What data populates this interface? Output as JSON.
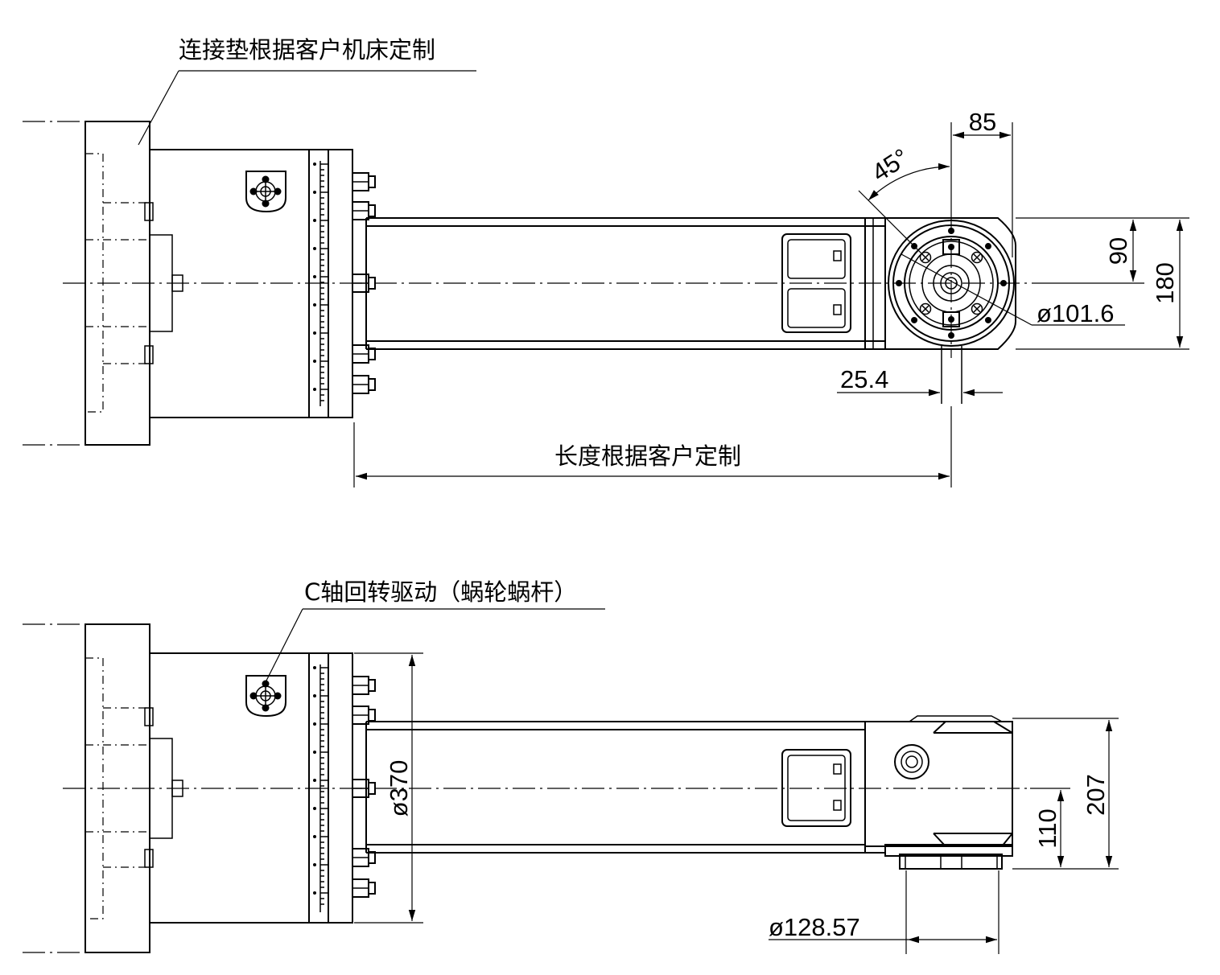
{
  "notes": {
    "top_callout": "连接垫根据客户机床定制",
    "length_note": "长度根据客户定制",
    "bottom_callout": "C轴回转驱动（蜗轮蜗杆）"
  },
  "dimensions": {
    "width_85": "85",
    "angle_45": "45°",
    "height_90": "90",
    "height_180": "180",
    "dia_101": "ø101.6",
    "width_25": "25.4",
    "dia_370": "ø370",
    "height_207": "207",
    "height_110": "110",
    "dia_128": "ø128.57"
  }
}
